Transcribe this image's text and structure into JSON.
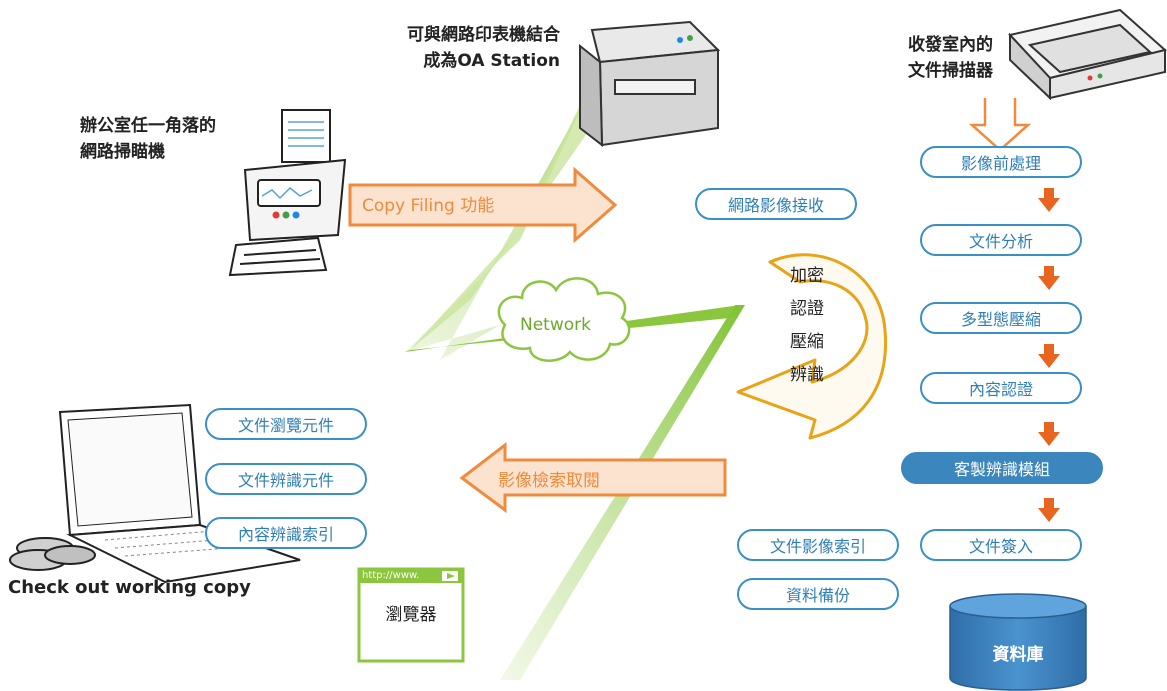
{
  "labels": {
    "network_scanner": [
      "辦公室任一角落的",
      "網路掃瞄機"
    ],
    "printer": [
      "可與網路印表機結合",
      "成為OA Station"
    ],
    "mailroom_scanner": [
      "收發室內的",
      "文件掃描器"
    ],
    "check_out": "Check out working copy",
    "network": "Network",
    "browser_url": "http://www.",
    "browser": "瀏覽器",
    "database": "資料庫"
  },
  "arrows": {
    "copy_filing": "Copy Filing 功能",
    "image_search": "影像檢索取閱"
  },
  "cycle_words": [
    "加密",
    "認證",
    "壓縮",
    "辨識"
  ],
  "pills": {
    "network_receive": "網路影像接收",
    "left": [
      "文件瀏覽元件",
      "文件辨識元件",
      "內容辨識索引"
    ],
    "bottom_middle": [
      "文件影像索引",
      "資料備份"
    ],
    "pipeline": [
      "影像前處理",
      "文件分析",
      "多型態壓縮",
      "內容認證",
      "客製辨識模組",
      "文件簽入"
    ]
  },
  "colors": {
    "blue": "#3a8fc4",
    "orange": "#f08a3c",
    "green": "#8cc63f",
    "gold": "#e8a317"
  }
}
